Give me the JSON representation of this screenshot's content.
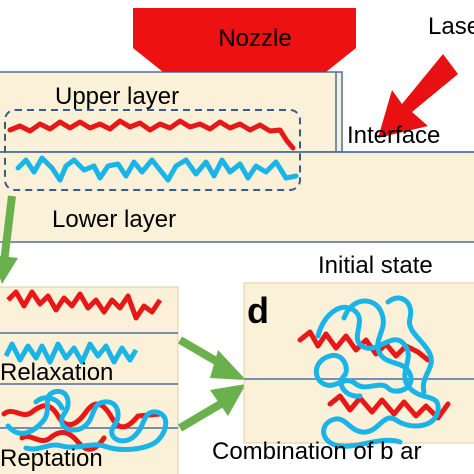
{
  "labels": {
    "nozzle": "Nozzle",
    "laser": "Lase",
    "upper_layer": "Upper layer",
    "interface": "Interface",
    "lower_layer": "Lower layer",
    "initial_state": "Initial state",
    "relaxation": "Relaxation",
    "reptation": "Reptation",
    "panel_d": "d",
    "combination": "Combination of b ar"
  },
  "colors": {
    "layer_fill": "#fbf1d8",
    "layer_stroke": "#4a6fa5",
    "nozzle": "#ee1111",
    "laser_arrow": "#e81010",
    "flow_arrow": "#6ab04c",
    "chain_red": "#e81818",
    "chain_blue": "#1ab4e8"
  }
}
